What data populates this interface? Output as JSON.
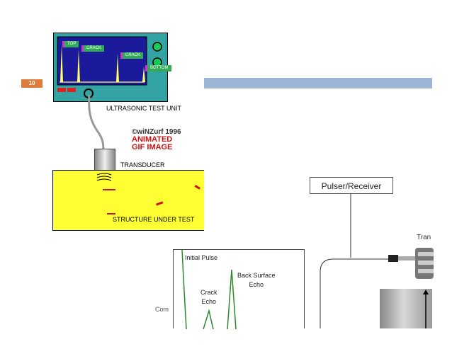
{
  "slide": {
    "number": "10"
  },
  "animation": {
    "unit_label": "ULTRASONIC TEST UNIT",
    "credit": "©wiNZurf 1996",
    "gif_line1": "ANIMATED",
    "gif_line2": "GIF IMAGE",
    "transducer_label": "TRANSDUCER",
    "structure_label": "STRUCTURE UNDER TEST",
    "screen_tags": [
      "TOP",
      "CRACK",
      "CRACK",
      "BOTTOM"
    ]
  },
  "schematic": {
    "pulser_label": "Pulser/Receiver",
    "transducer_partial": "Tran",
    "com_partial": "Com",
    "initial_pulse": "Initial Pulse",
    "crack_echo_line1": "Crack",
    "crack_echo_line2": "Echo",
    "back_echo_line1": "Back Surface",
    "back_echo_line2": "Echo"
  },
  "colors": {
    "accent_orange": "#e07b39",
    "blue_bar": "#9db6d6",
    "unit_body": "#33a3a3",
    "screen": "#1a1a9a",
    "structure": "#ffff33",
    "trace_green": "#2a8a2a"
  }
}
